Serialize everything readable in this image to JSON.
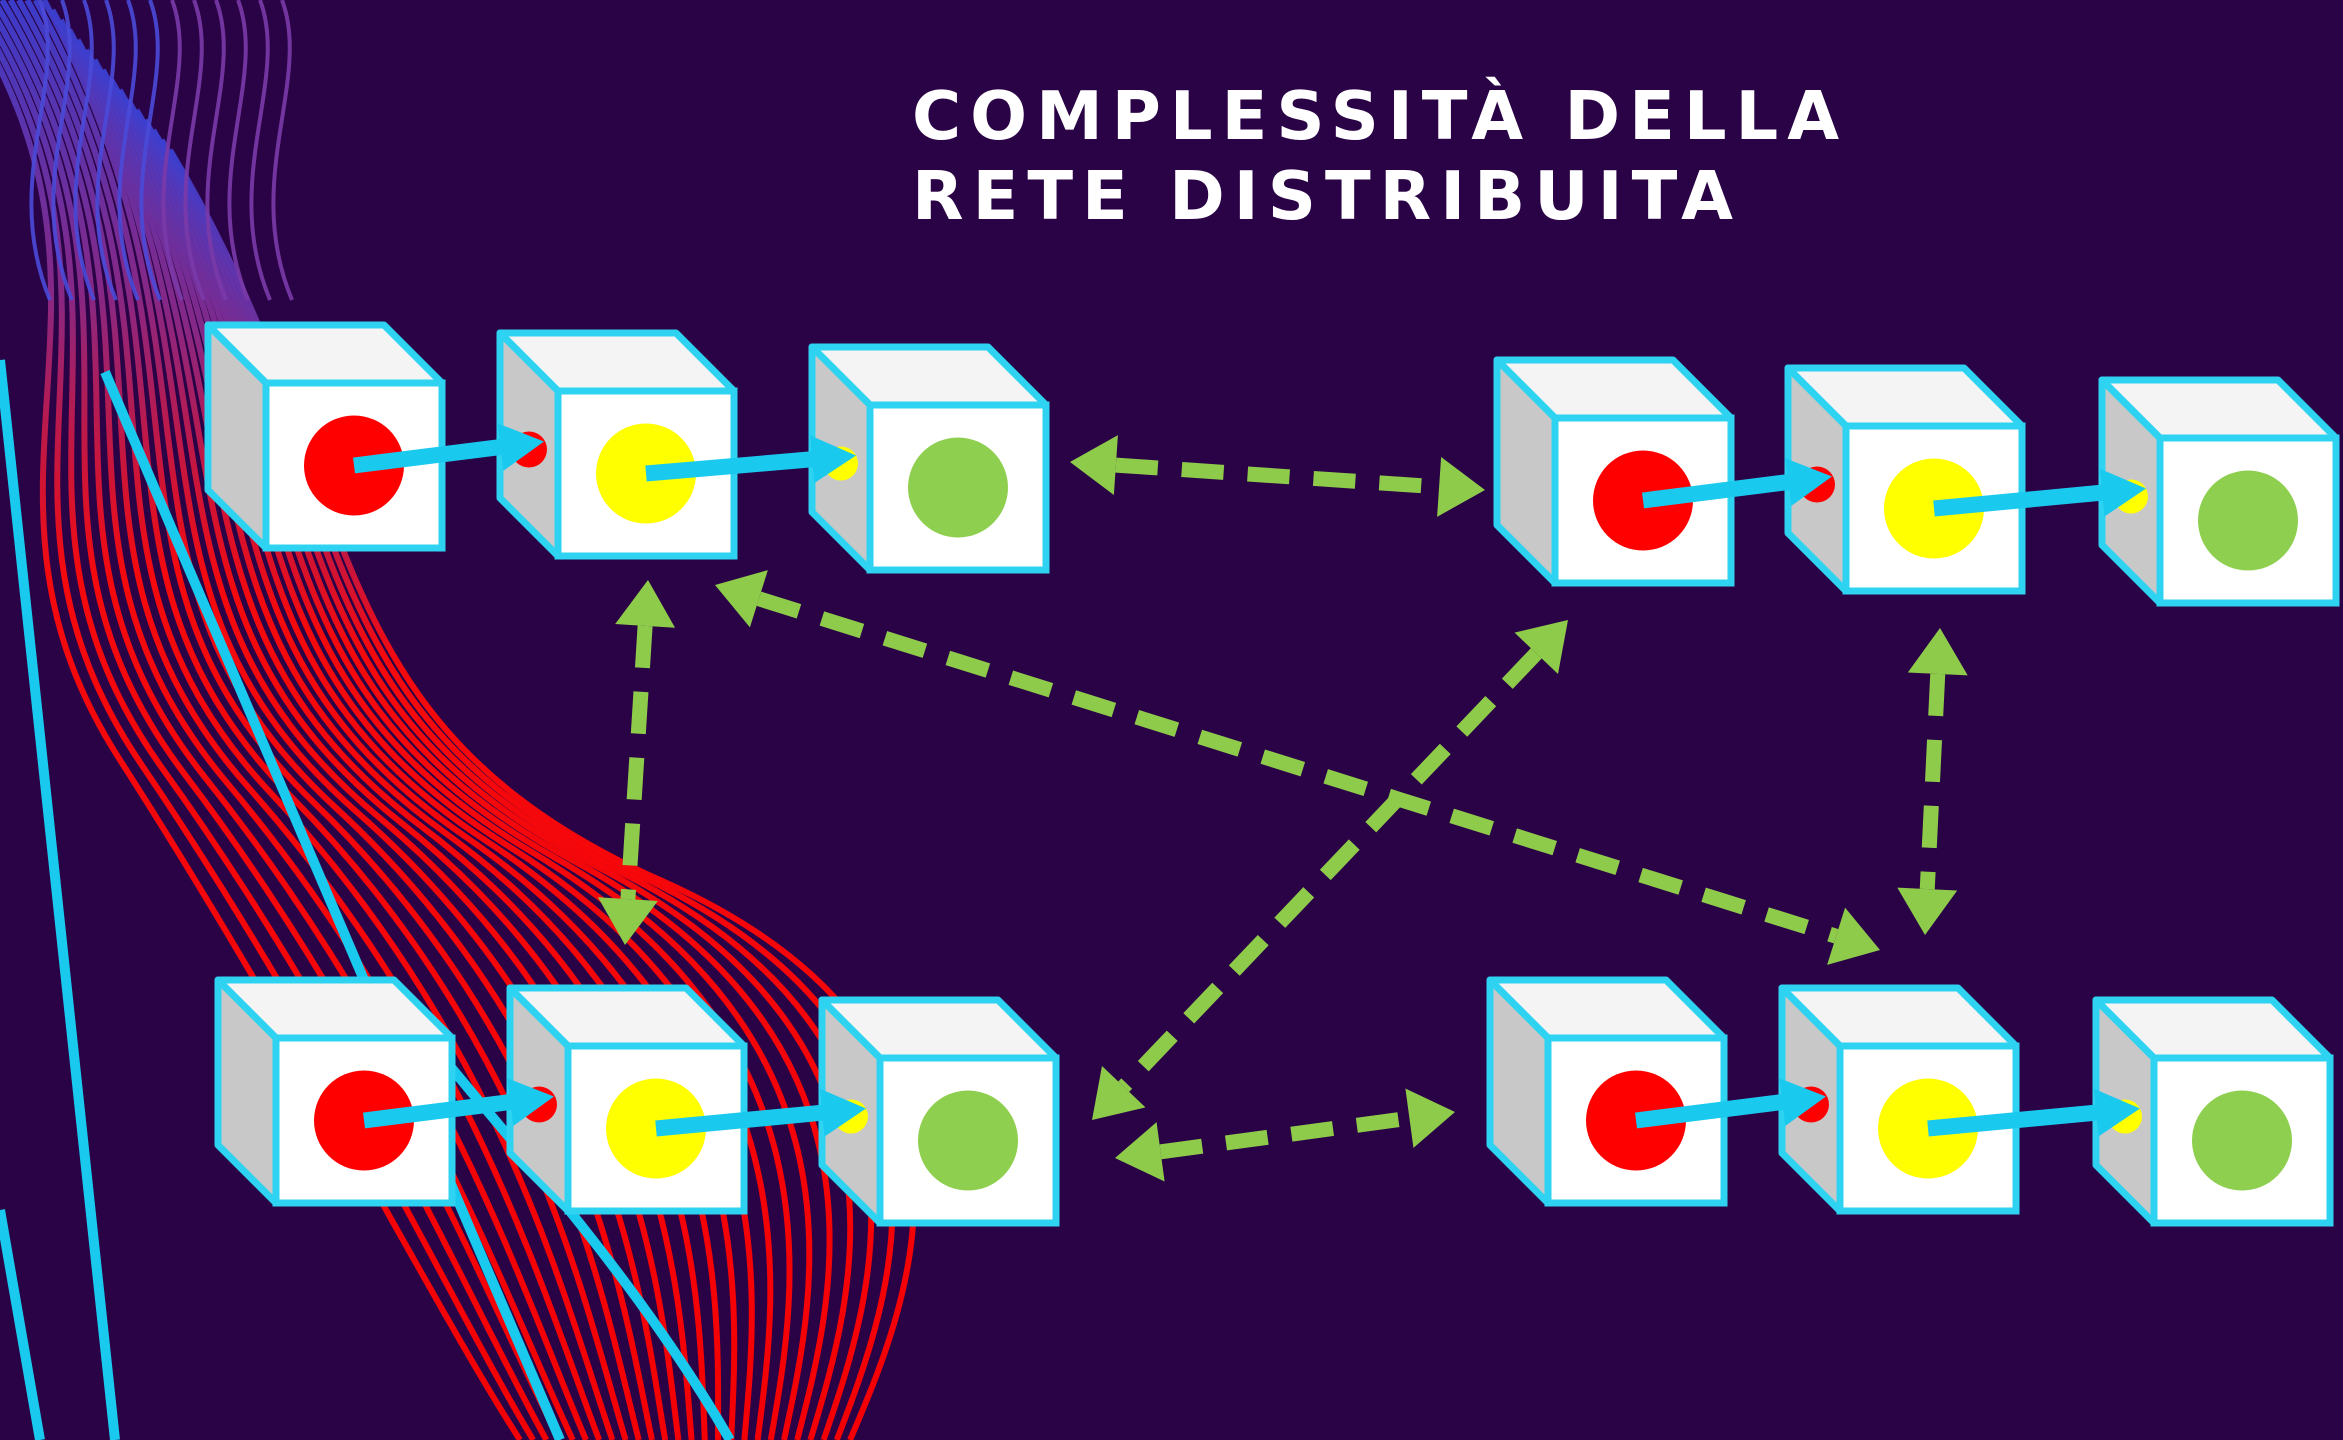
{
  "title": {
    "line1": "COMPLESSITÀ DELLA",
    "line2": "RETE DISTRIBUITA"
  },
  "colors": {
    "background": "#2a0346",
    "cube_border": "#2fd3f2",
    "cube_front": "#ffffff",
    "cube_side": "#c8c8c8",
    "flow_arrow": "#19c9ee",
    "link_arrow": "#8fcb4a",
    "stage_red": "#ff0000",
    "stage_yellow": "#ffff00",
    "stage_green": "#8fcf4f"
  },
  "nodes": [
    {
      "id": "top-left",
      "stages": [
        "red",
        "yellow",
        "green"
      ]
    },
    {
      "id": "top-right",
      "stages": [
        "red",
        "yellow",
        "green"
      ]
    },
    {
      "id": "bottom-left",
      "stages": [
        "red",
        "yellow",
        "green"
      ]
    },
    {
      "id": "bottom-right",
      "stages": [
        "red",
        "yellow",
        "green"
      ]
    }
  ],
  "links": [
    {
      "from": "top-left",
      "to": "top-right",
      "style": "dashed",
      "direction": "bidirectional"
    },
    {
      "from": "top-left",
      "to": "bottom-left",
      "style": "dashed",
      "direction": "bidirectional"
    },
    {
      "from": "top-left",
      "to": "bottom-right",
      "style": "dashed",
      "direction": "bidirectional"
    },
    {
      "from": "top-right",
      "to": "bottom-left",
      "style": "dashed",
      "direction": "bidirectional"
    },
    {
      "from": "top-right",
      "to": "bottom-right",
      "style": "dashed",
      "direction": "bidirectional"
    },
    {
      "from": "bottom-left",
      "to": "bottom-right",
      "style": "dashed",
      "direction": "bidirectional"
    }
  ]
}
